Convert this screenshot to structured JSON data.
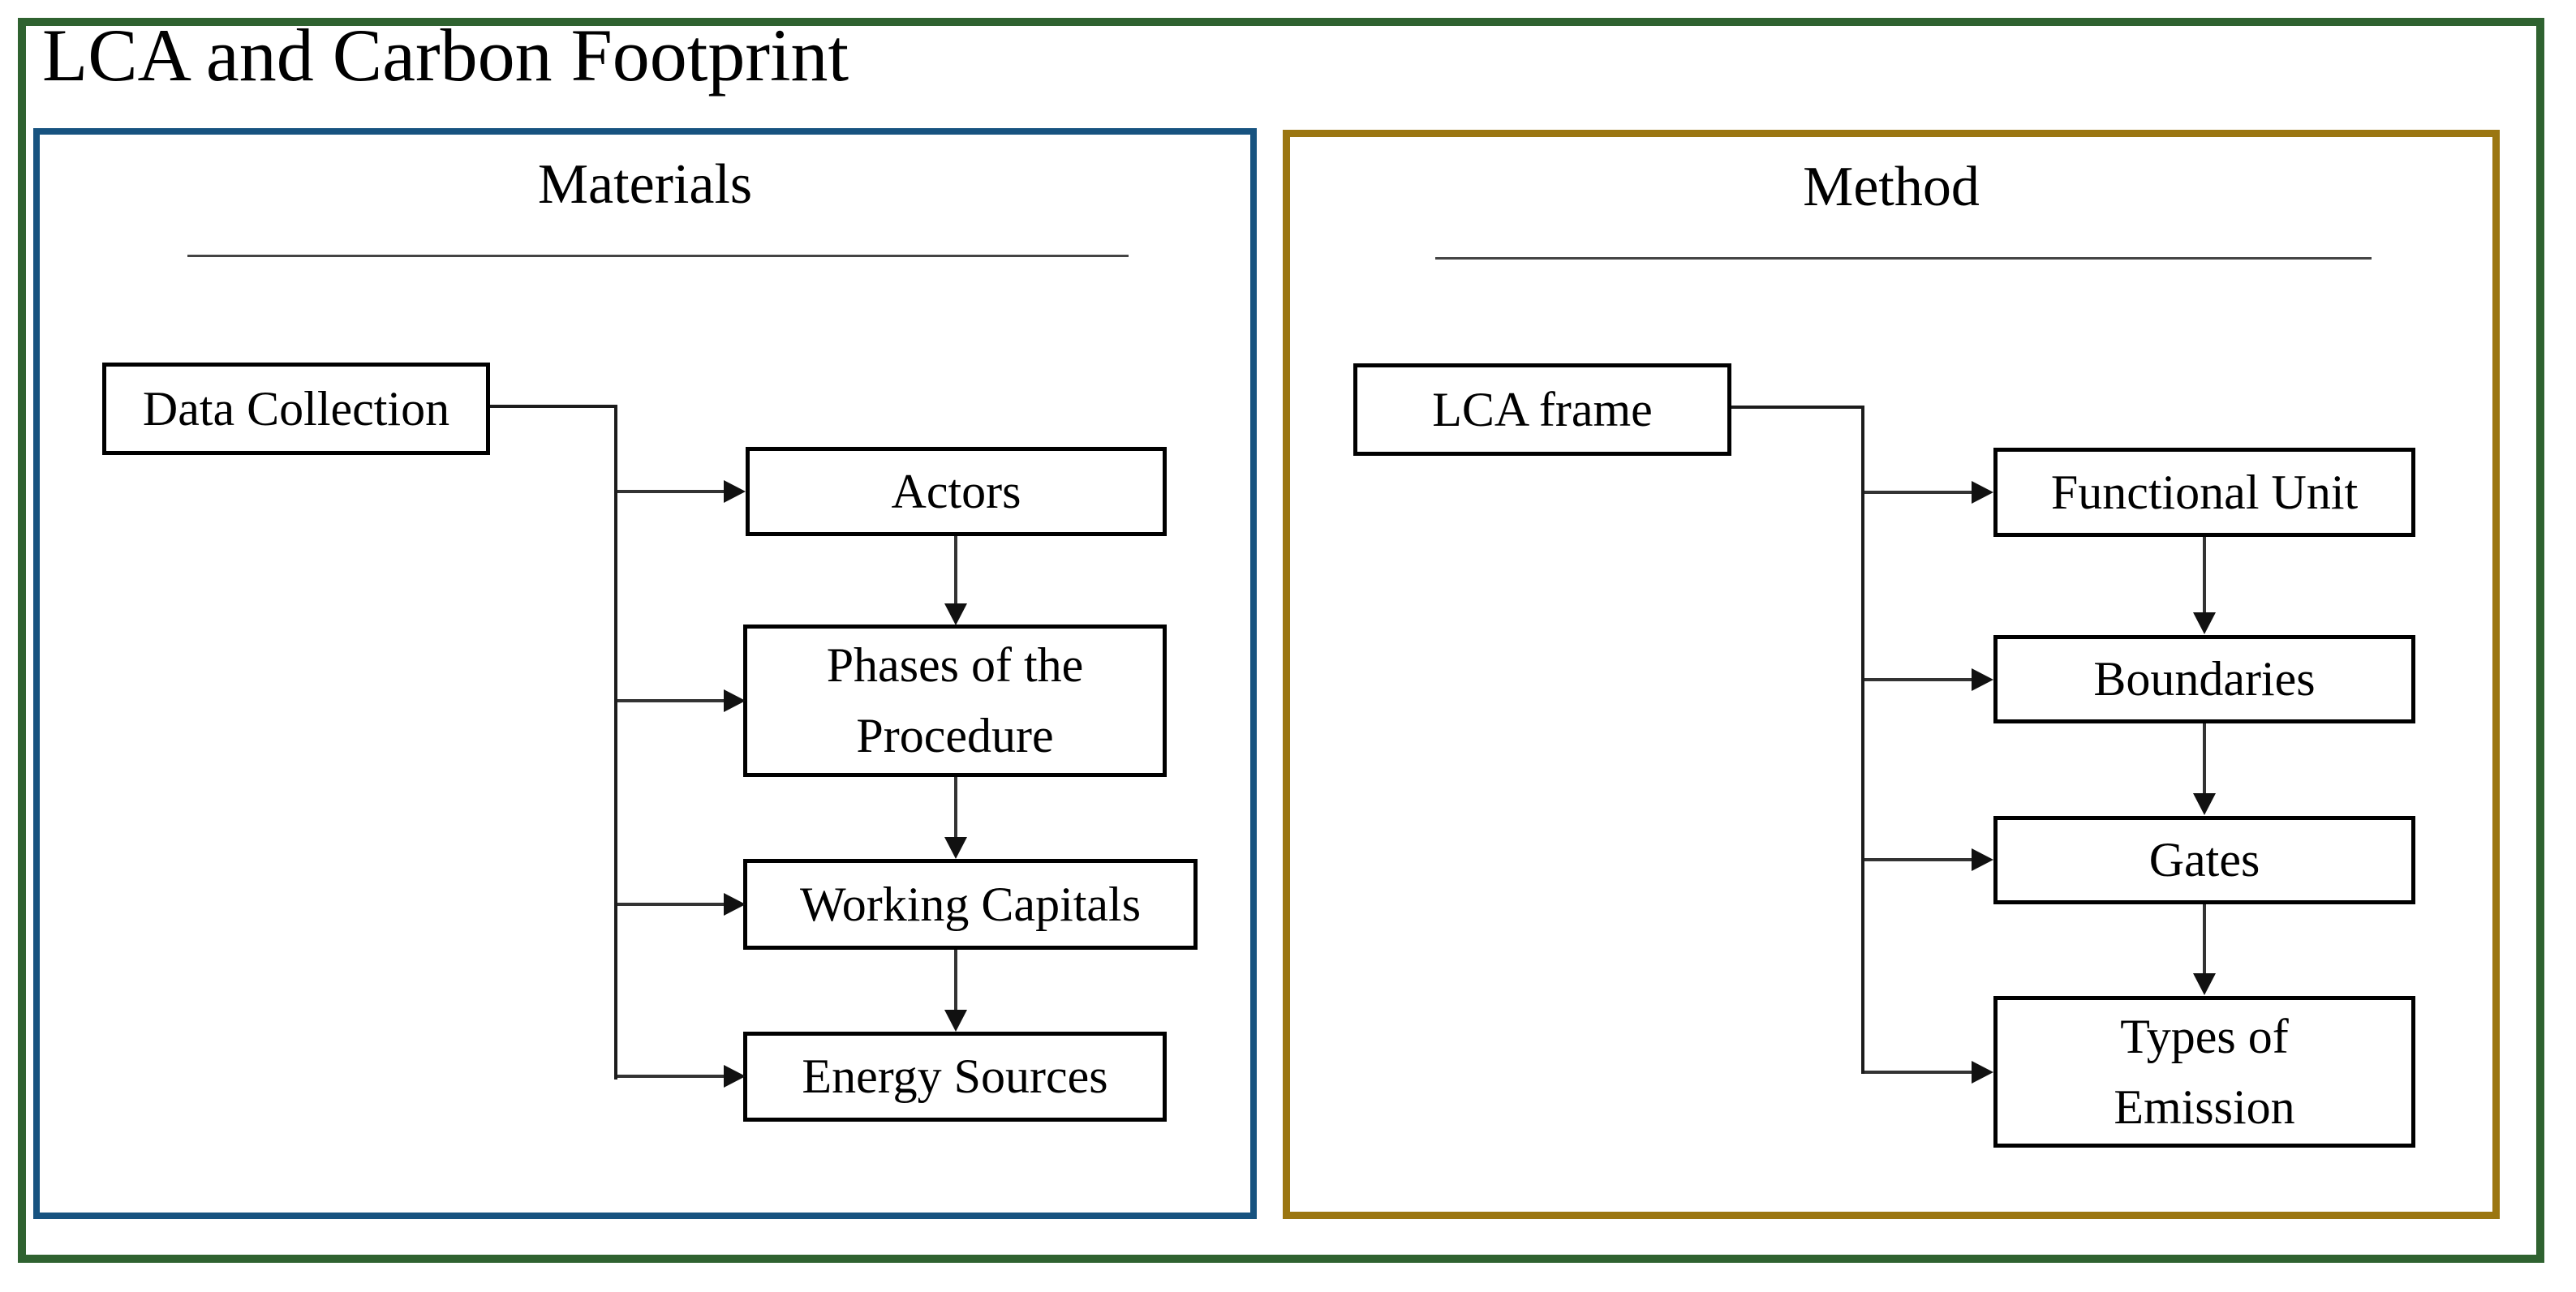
{
  "title": "LCA and Carbon Footprint",
  "colors": {
    "outer_frame_border": "#2F6230",
    "materials_panel_border": "#175380",
    "method_panel_border": "#9B7611",
    "box_border": "#000000",
    "connector": "#333333",
    "background": "#FFFFFF"
  },
  "panels": [
    {
      "id": "materials",
      "title": "Materials",
      "root": {
        "label": "Data Collection"
      },
      "children": [
        {
          "label": "Actors"
        },
        {
          "label": "Phases of the Procedure"
        },
        {
          "label": "Working Capitals"
        },
        {
          "label": "Energy Sources"
        }
      ]
    },
    {
      "id": "method",
      "title": "Method",
      "root": {
        "label": "LCA frame"
      },
      "children": [
        {
          "label": "Functional Unit"
        },
        {
          "label": "Boundaries"
        },
        {
          "label": "Gates"
        },
        {
          "label": "Types of Emission"
        }
      ]
    }
  ]
}
